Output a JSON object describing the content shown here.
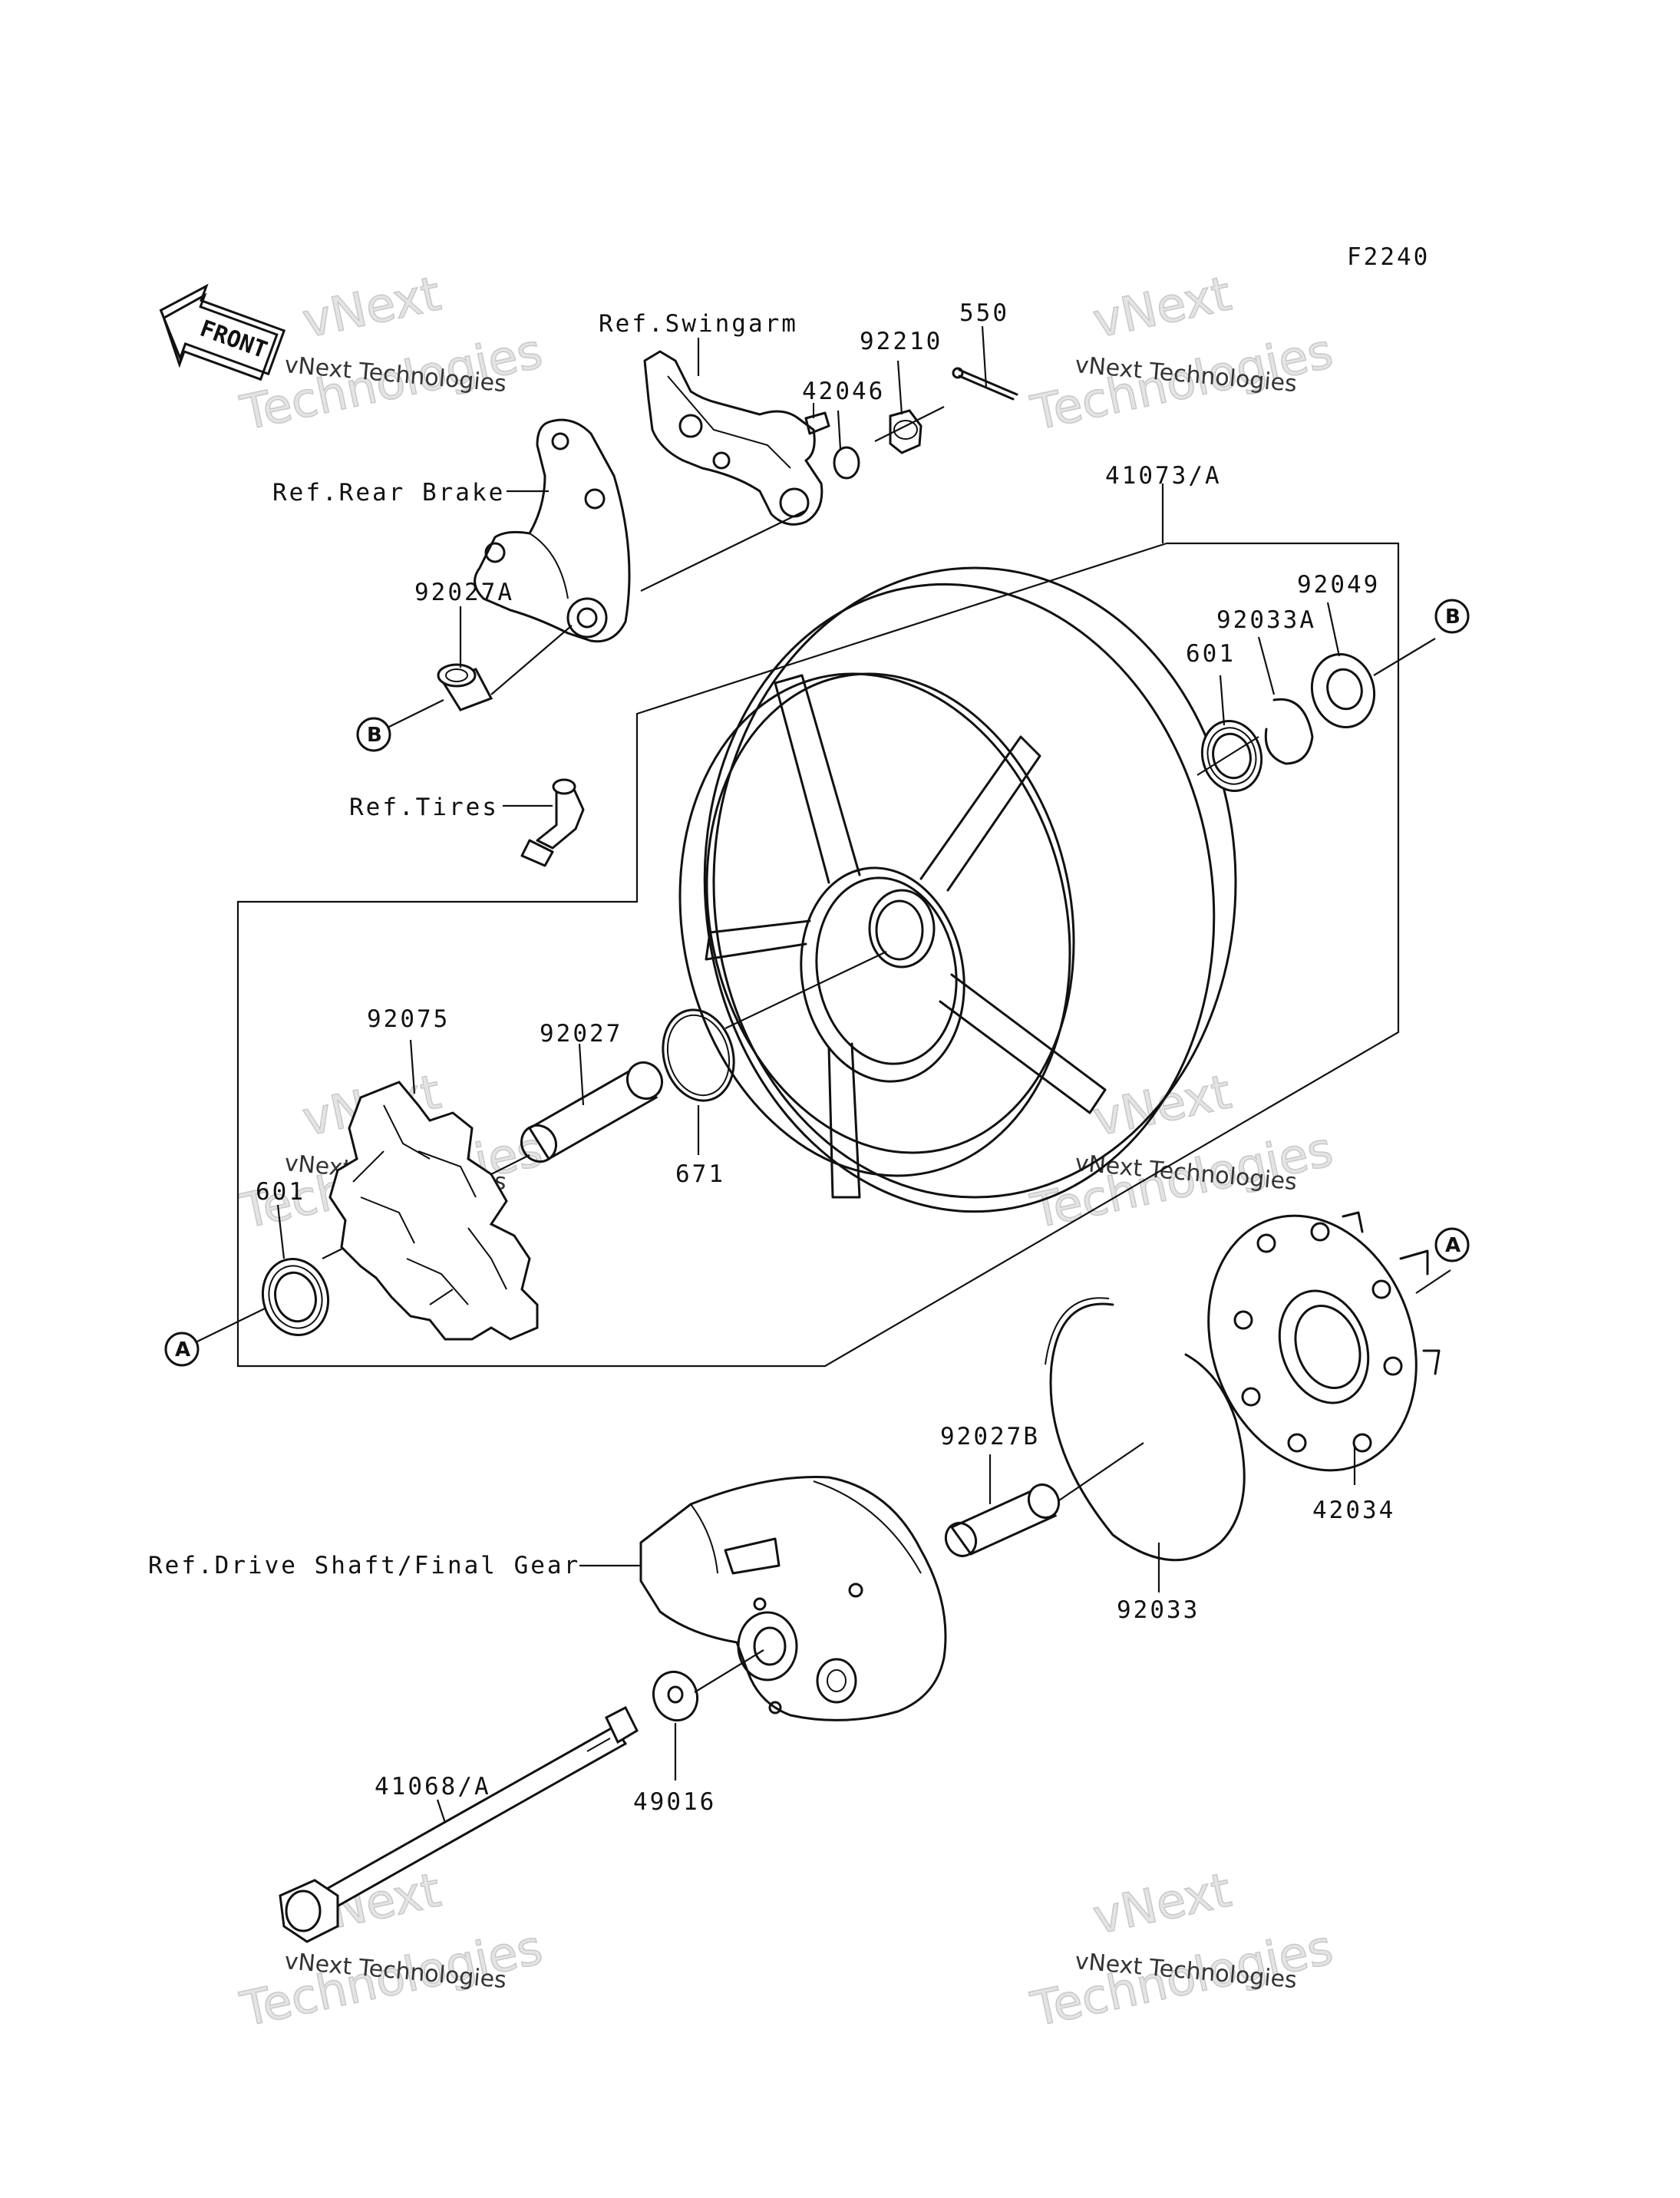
{
  "figure_code": "F2240",
  "front_label": "FRONT",
  "watermark": {
    "line1": "vNext Technologies",
    "line2": "vNext",
    "line3": "Technologies"
  },
  "references": {
    "swingarm": "Ref.Swingarm",
    "rear_brake": "Ref.Rear Brake",
    "tires": "Ref.Tires",
    "drive_shaft": "Ref.Drive Shaft/Final Gear"
  },
  "parts": {
    "p550": "550",
    "p92210": "92210",
    "p42046": "42046",
    "p41073a": "41073/A",
    "p92049": "92049",
    "p92033a": "92033A",
    "p601_top": "601",
    "p92027a": "92027A",
    "p92075": "92075",
    "p92027": "92027",
    "p671": "671",
    "p601_left": "601",
    "p92027b": "92027B",
    "p42034": "42034",
    "p92033": "92033",
    "p41068a": "41068/A",
    "p49016": "49016"
  },
  "callouts": {
    "a": "A",
    "b": "B"
  }
}
